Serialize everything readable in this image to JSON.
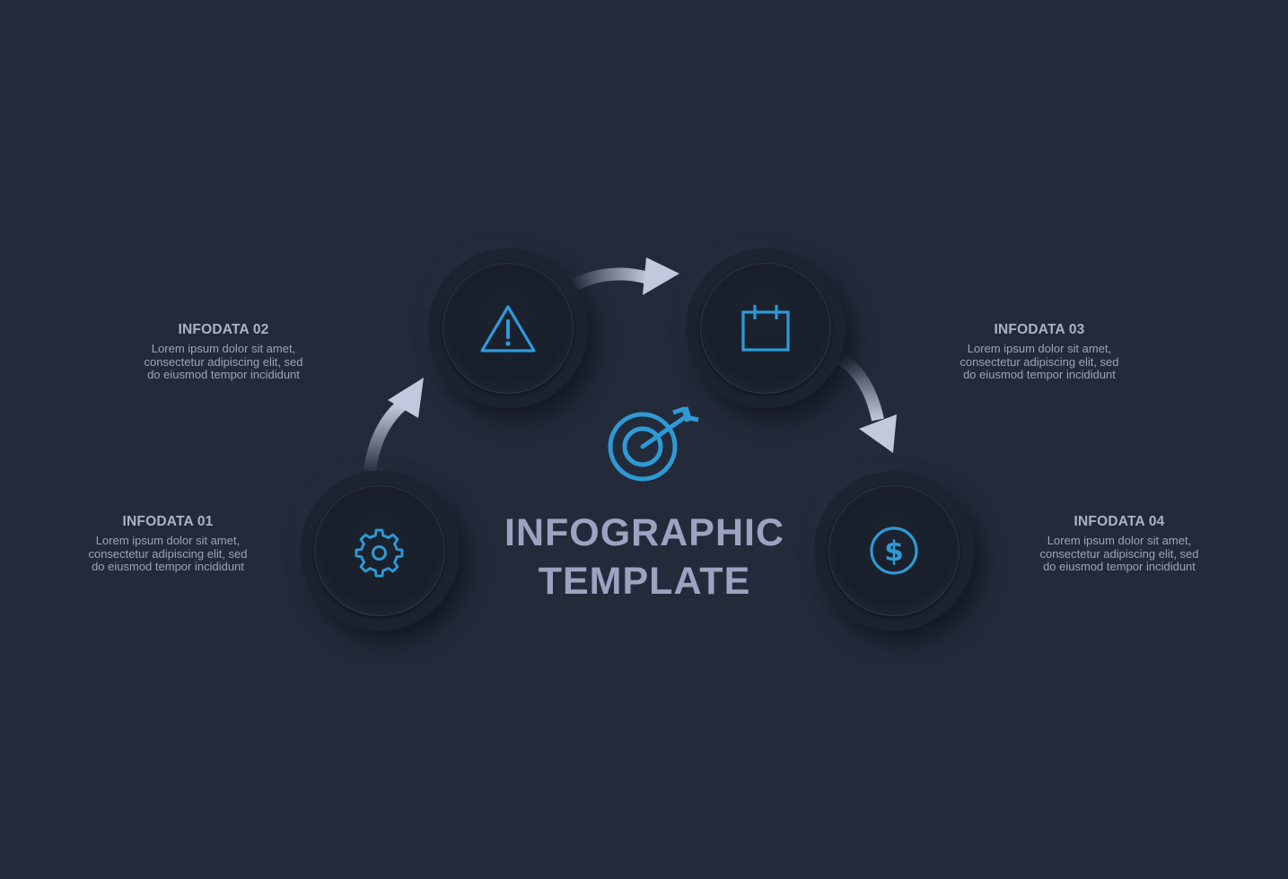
{
  "title": {
    "line1": "INFOGRAPHIC",
    "line2": "TEMPLATE"
  },
  "steps": [
    {
      "label": "INFODATA 01",
      "text1": "Lorem ipsum dolor sit amet,",
      "text2": "consectetur adipiscing elit, sed",
      "text3": "do eiusmod tempor incididunt",
      "icon": "gear-icon"
    },
    {
      "label": "INFODATA 02",
      "text1": "Lorem ipsum dolor sit amet,",
      "text2": "consectetur adipiscing elit, sed",
      "text3": "do eiusmod tempor incididunt",
      "icon": "warning-icon"
    },
    {
      "label": "INFODATA 03",
      "text1": "Lorem ipsum dolor sit amet,",
      "text2": "consectetur adipiscing elit, sed",
      "text3": "do eiusmod tempor incididunt",
      "icon": "calendar-icon"
    },
    {
      "label": "INFODATA 04",
      "text1": "Lorem ipsum dolor sit amet,",
      "text2": "consectetur adipiscing elit, sed",
      "text3": "do eiusmod tempor incididunt",
      "icon": "dollar-icon"
    }
  ],
  "center_icon": "target-icon",
  "colors": {
    "background": "#232b3a",
    "icon": "#2e9ad6",
    "text": "#aab2c8",
    "arrow": "#c3c8dc"
  }
}
